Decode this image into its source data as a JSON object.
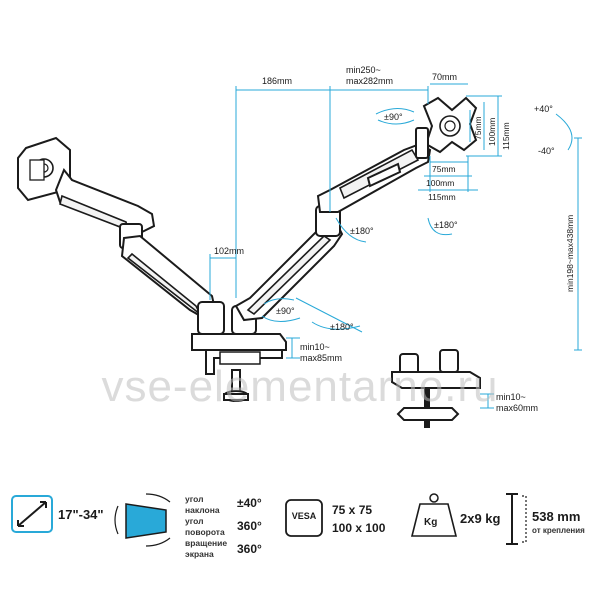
{
  "dimensions": {
    "reach": "186mm",
    "min_max_reach_1": "min250~",
    "min_max_reach_2": "max282mm",
    "vesa_top": "70mm",
    "vesa_75v": "75mm",
    "vesa_100v": "100mm",
    "vesa_115v": "115mm",
    "vesa_75h": "75mm",
    "vesa_100h": "100mm",
    "vesa_115h": "115mm",
    "tilt_up": "+40°",
    "tilt_down": "-40°",
    "height_range": "min198~max438mm",
    "arm_offset": "102mm",
    "clamp_1": "min10~",
    "clamp_2": "max85mm",
    "grommet_1": "min10~",
    "grommet_2": "max60mm",
    "rot_90_top": "±90°",
    "rot_180_mid": "±180°",
    "rot_180_vesa": "±180°",
    "rot_90_bottom": "±90°",
    "rot_180_bottom": "±180°"
  },
  "watermark": "vse-elementarno.ru",
  "specs": {
    "screen_size": "17\"-34\"",
    "tilt_label_1": "угол",
    "tilt_label_2": "наклона",
    "tilt_value": "±40°",
    "swivel_label_1": "угол",
    "swivel_label_2": "поворота",
    "swivel_value": "360°",
    "rotate_label_1": "вращение",
    "rotate_label_2": "экрана",
    "rotate_value": "360°",
    "vesa_badge": "VESA",
    "vesa_1": "75 x 75",
    "vesa_2": "100 x 100",
    "weight_badge": "Kg",
    "weight_value": "2x9 kg",
    "height_value": "538 mm",
    "height_label": "от крепления"
  },
  "colors": {
    "dimension_lines": "#29a9d8",
    "outline": "#1b1b1b",
    "spec_icon_fill": "#29a9d8"
  }
}
